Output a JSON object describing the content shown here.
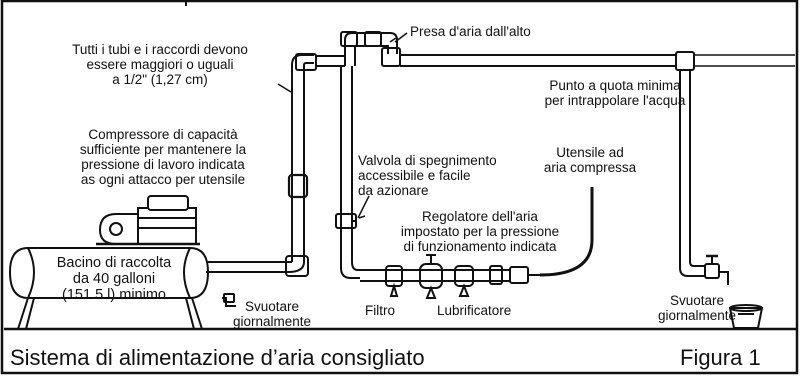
{
  "figure_title": "Sistema di alimentazione d’aria consigliato",
  "figure_number": "Figura 1",
  "labels": {
    "top_air_intake": "Presa d'aria dall'alto",
    "pipes_note": [
      "Tutti i tubi e i raccordi devono",
      "essere maggiori o uguali",
      "a 1/2\" (1,27 cm)"
    ],
    "low_point": [
      "Punto a quota minima",
      "per intrappolare l'acqua"
    ],
    "compressor": [
      "Compressore di capacità",
      "sufficiente per mantenere la",
      "pressione di lavoro indicata",
      "as ogni attacco per utensile"
    ],
    "shutoff_valve": [
      "Valvola di spegnimento",
      "accessibile e facile",
      "da azionare"
    ],
    "air_tool": [
      "Utensile ad",
      "aria compressa"
    ],
    "regulator": [
      "Regolatore dell'aria",
      "impostato per la pressione",
      "di funzionamento indicata"
    ],
    "tank": [
      "Bacino di raccolta",
      "da 40 galloni",
      "(151.5 l) minimo"
    ],
    "drain_left": [
      "Svuotare",
      "giornalmente"
    ],
    "filter": "Filtro",
    "lubricator": "Lubrificatore",
    "drain_right": [
      "Svuotare",
      "giornalmente"
    ]
  },
  "colors": {
    "ink": "#111111",
    "paper": "#ffffff",
    "tank_fill": "#ffffff"
  }
}
